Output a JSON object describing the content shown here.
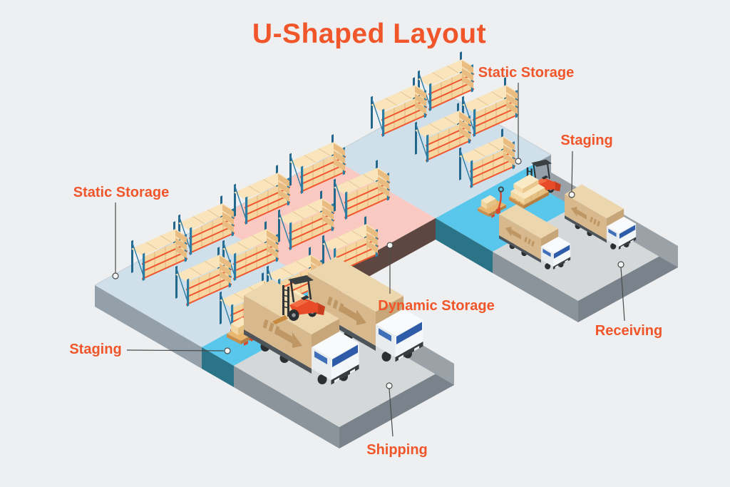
{
  "title": "U-Shaped Layout",
  "accent_color": "#F0562A",
  "labels": {
    "static_storage_left": "Static Storage",
    "static_storage_right": "Static Storage",
    "staging_left": "Staging",
    "staging_right": "Staging",
    "dynamic_storage": "Dynamic Storage",
    "receiving": "Receiving",
    "shipping": "Shipping"
  },
  "zones": [
    {
      "name": "Static Storage",
      "floor_color": "#CFE0EA"
    },
    {
      "name": "Dynamic Storage",
      "floor_color": "#F9C9C2"
    },
    {
      "name": "Staging",
      "floor_color": "#59C7EC"
    },
    {
      "name": "Shipping",
      "floor_color": "#D5D8D9"
    },
    {
      "name": "Receiving",
      "floor_color": "#D5D8D9"
    }
  ],
  "diagram": {
    "type": "isometric-warehouse-layout",
    "shape": "U"
  }
}
